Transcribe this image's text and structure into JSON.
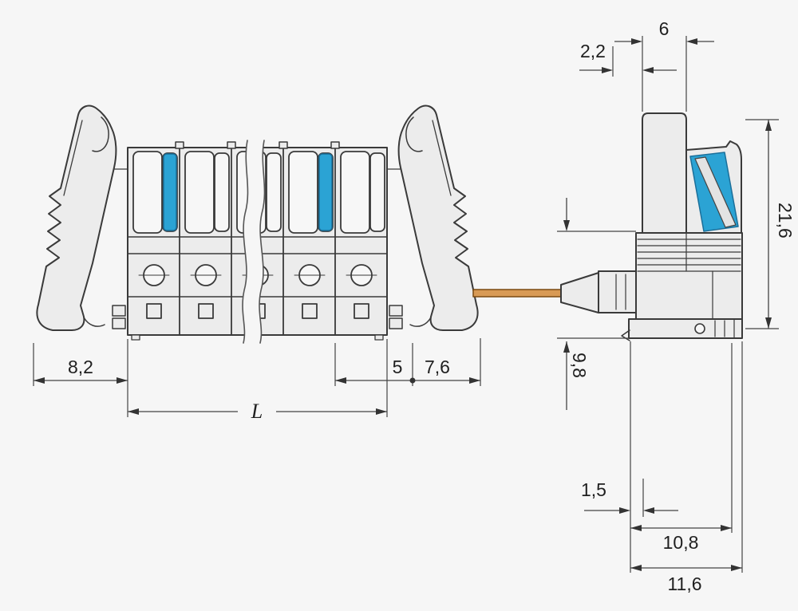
{
  "dims": {
    "front_left": "8,2",
    "pitch": "5",
    "front_right": "7,6",
    "length": "L",
    "side_top_left": "2,2",
    "side_top": "6",
    "side_height": "21,6",
    "side_lower": "9,8",
    "side_bottom_left": "1,5",
    "side_bottom_inner": "10,8",
    "side_bottom_outer": "11,6"
  },
  "colors": {
    "background": "#f6f6f6",
    "part_fill": "#ececec",
    "slot_fill": "#f7f7f7",
    "line": "#3a3a3a",
    "spring_blue": "#2ba3d4",
    "spring_blue_stroke": "#1b6f9a",
    "wire_orange": "#d89a55",
    "wire_orange_stroke": "#7a4a12"
  }
}
